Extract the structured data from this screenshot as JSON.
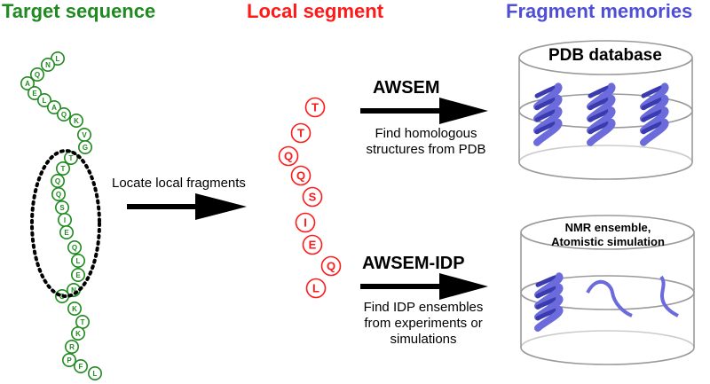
{
  "headers": {
    "target": "Target sequence",
    "local": "Local segment",
    "memories": "Fragment memories"
  },
  "colors": {
    "target": "#1f8a1f",
    "local": "#ff1a1a",
    "memories": "#4f4fd6",
    "helix": "#6b6bdc",
    "arrow": "#000000"
  },
  "target_sequence": [
    "L",
    "N",
    "Q",
    "A",
    "E",
    "L",
    "A",
    "Q",
    "K",
    "V",
    "G",
    "T",
    "T",
    "Q",
    "Q",
    "S",
    "I",
    "E",
    "Q",
    "L",
    "E",
    "N",
    "G",
    "K",
    "T",
    "K",
    "R",
    "P",
    "F",
    "L"
  ],
  "local_segment": [
    "T",
    "T",
    "Q",
    "Q",
    "S",
    "I",
    "E",
    "Q",
    "L"
  ],
  "locate_label": "Locate local fragments",
  "awsem": {
    "title": "AWSEM",
    "desc_line1": "Find homologous",
    "desc_line2": "structures from PDB"
  },
  "awsem_idp": {
    "title": "AWSEM-IDP",
    "desc_line1": "Find IDP ensembles",
    "desc_line2": "from experiments or",
    "desc_line3": "simulations"
  },
  "pdb_label": "PDB database",
  "nmr_line1": "NMR ensemble,",
  "nmr_line2": "Atomistic simulation"
}
